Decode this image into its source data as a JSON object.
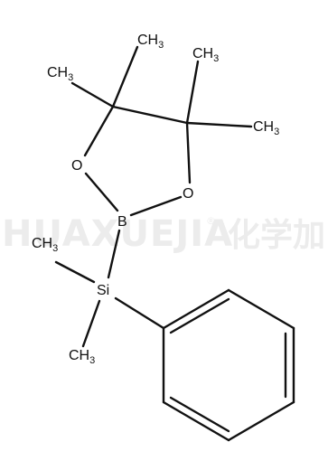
{
  "watermark": {
    "latin": "HUAXUEJIA",
    "reg": "®",
    "cjk": "化学加"
  },
  "atoms": {
    "methyl_top": {
      "main": "CH",
      "sub": "3"
    },
    "methyl_upper_left": {
      "main": "CH",
      "sub": "3"
    },
    "methyl_upper_right": {
      "main": "CH",
      "sub": "3"
    },
    "methyl_right": {
      "main": "CH",
      "sub": "3"
    },
    "oxygen_left": "O",
    "oxygen_right": "O",
    "boron": "B",
    "silicon": "Si",
    "methyl_si_upper": {
      "main": "CH",
      "sub": "3"
    },
    "methyl_si_lower": {
      "main": "CH",
      "sub": "3"
    }
  },
  "colors": {
    "bond": "#111111",
    "watermark": "#ececec"
  }
}
